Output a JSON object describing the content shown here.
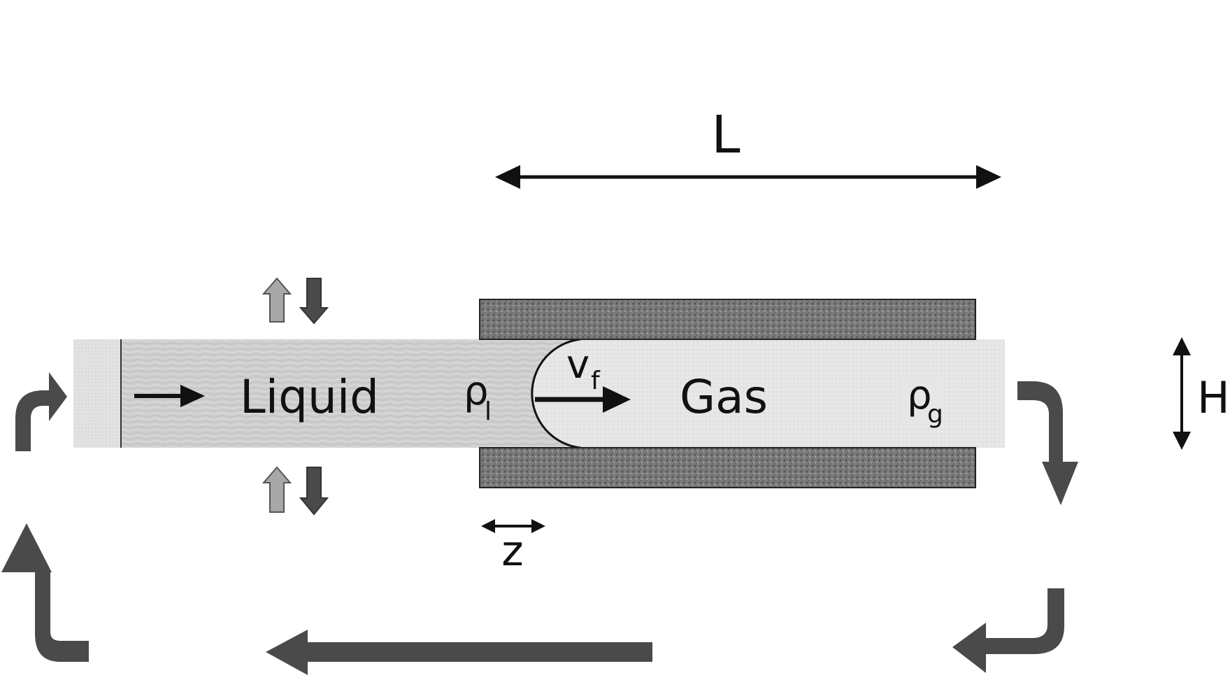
{
  "labels": {
    "length": "L",
    "height": "H",
    "displacement": "z",
    "liquid": "Liquid",
    "gas": "Gas",
    "velocity_main": "v",
    "velocity_sub": "f",
    "rho_liquid_main": "ρ",
    "rho_liquid_sub": "l",
    "rho_gas_main": "ρ",
    "rho_gas_sub": "g"
  },
  "colors": {
    "liquid_fill": "#cfcfcf",
    "gas_fill": "#e6e6e6",
    "wall_fill": "#7a7a7a",
    "circulation_arrow": "#4a4a4a",
    "light_arrow": "#a8a8a8",
    "dark_arrow": "#4a4a4a",
    "line": "#111111"
  },
  "icons": {
    "circulation": "thick-curved-arrows",
    "exchange": "up-down-block-arrows"
  }
}
